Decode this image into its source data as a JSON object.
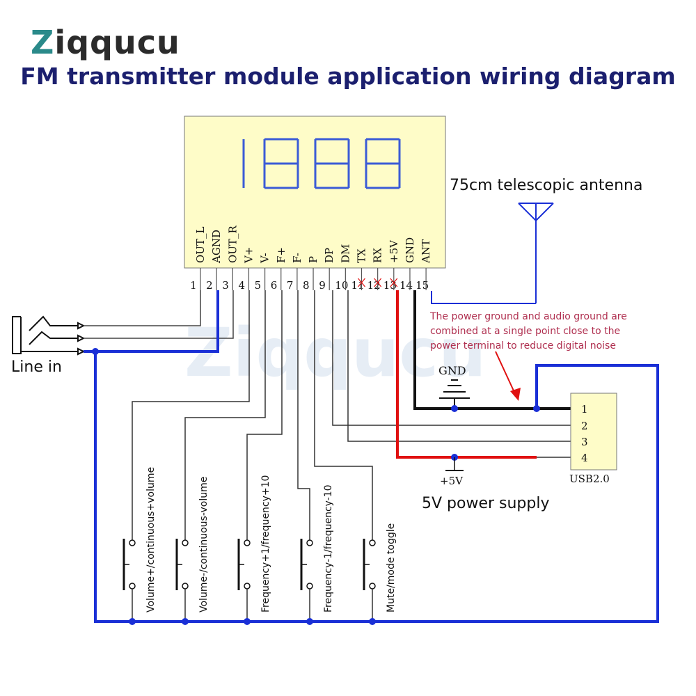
{
  "brand": "Ziqqucu",
  "title": "FM transmitter module application wiring diagram",
  "display": {
    "digits": "1888"
  },
  "pins": [
    {
      "num": "1",
      "label": "OUT_L"
    },
    {
      "num": "2",
      "label": "AGND"
    },
    {
      "num": "3",
      "label": "OUT_R"
    },
    {
      "num": "4",
      "label": "V+"
    },
    {
      "num": "5",
      "label": "V-"
    },
    {
      "num": "6",
      "label": "F+"
    },
    {
      "num": "7",
      "label": "F-"
    },
    {
      "num": "8",
      "label": "P"
    },
    {
      "num": "9",
      "label": "DP"
    },
    {
      "num": "10",
      "label": "DM"
    },
    {
      "num": "11",
      "label": "TX"
    },
    {
      "num": "12",
      "label": "RX"
    },
    {
      "num": "13",
      "label": "+5V"
    },
    {
      "num": "14",
      "label": "GND"
    },
    {
      "num": "15",
      "label": "ANT"
    }
  ],
  "antenna_label": "75cm telescopic antenna",
  "note": [
    "The power ground and audio ground are",
    "combined at a single point close to the",
    "power terminal to reduce digital noise"
  ],
  "line_in_label": "Line in",
  "gnd_label": "GND",
  "plus5v_label": "+5V",
  "usb": {
    "label": "USB2.0",
    "pins": [
      "1",
      "2",
      "3",
      "4"
    ]
  },
  "power_label": "5V power supply",
  "buttons": [
    "Volume+/continuous+volume",
    "Volume-/continuous-volume",
    "Frequency+1/frequency+10",
    "Frequency-1/frequency-10",
    "Mute/mode toggle"
  ],
  "colors": {
    "module_fill": "#fefcc8",
    "display_blue": "#3b5bd6",
    "wire_blue": "#1a2fd6",
    "wire_red": "#e01010",
    "wire_black": "#111111",
    "title_blue": "#1b1f6e",
    "note_red": "#b03050"
  }
}
